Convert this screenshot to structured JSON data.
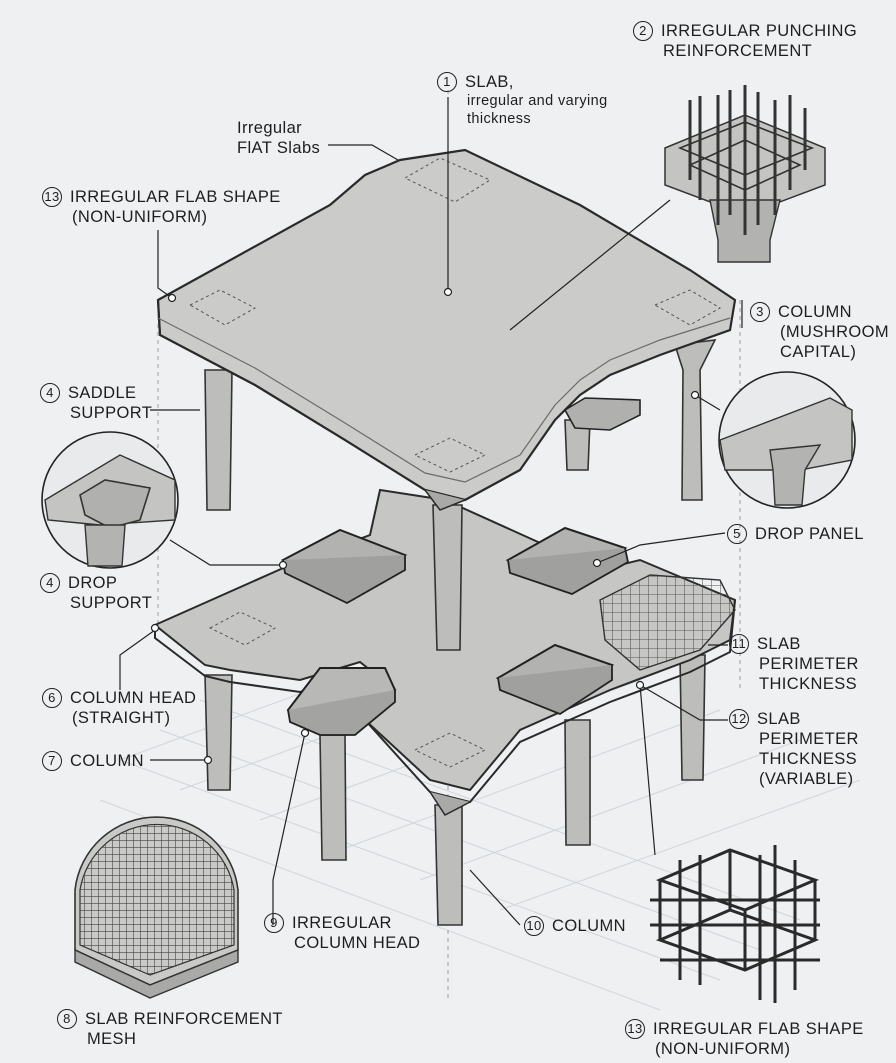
{
  "header_note": {
    "line1": "Irregular",
    "line2": "FlAT Slabs"
  },
  "callouts": [
    {
      "id": "c1",
      "num": "1",
      "line1": "SLAB,",
      "line2": "irregular and varying",
      "line3": "thickness"
    },
    {
      "id": "c2",
      "num": "2",
      "line1": "IRREGULAR PUNCHING",
      "line2": "REINFORCEMENT"
    },
    {
      "id": "c3",
      "num": "3",
      "line1": "COLUMN",
      "line2": "(MUSHROOM",
      "line3": "CAPITAL)"
    },
    {
      "id": "c4a",
      "num": "4",
      "line1": "SADDLE",
      "line2": "SUPPORT"
    },
    {
      "id": "c4b",
      "num": "4",
      "line1": "DROP",
      "line2": "SUPPORT"
    },
    {
      "id": "c5",
      "num": "5",
      "line1": "DROP PANEL"
    },
    {
      "id": "c6",
      "num": "6",
      "line1": "COLUMN HEAD",
      "line2": "(STRAIGHT)"
    },
    {
      "id": "c7",
      "num": "7",
      "line1": "COLUMN"
    },
    {
      "id": "c8",
      "num": "8",
      "line1": "SLAB REINFORCEMENT",
      "line2": "MESH"
    },
    {
      "id": "c9",
      "num": "9",
      "line1": "IRREGULAR",
      "line2": "COLUMN HEAD"
    },
    {
      "id": "c10",
      "num": "10",
      "line1": "COLUMN"
    },
    {
      "id": "c11",
      "num": "11",
      "line1": "SLAB",
      "line2": "PERIMETER",
      "line3": "THICKNESS"
    },
    {
      "id": "c12",
      "num": "12",
      "line1": "SLAB",
      "line2": "PERIMETER",
      "line3": "THICKNESS",
      "line4": "(VARIABLE)"
    },
    {
      "id": "c13a",
      "num": "13",
      "line1": "IRREGULAR FLAB SHAPE",
      "line2": "(NON-UNIFORM)"
    },
    {
      "id": "c13b",
      "num": "13",
      "line1": "IRREGULAR FLAB SHAPE",
      "line2": "(NON-UNIFORM)"
    }
  ],
  "colors": {
    "background": "#eef0f2",
    "concrete": "#c9cac8",
    "concrete_dark": "#9fa09e",
    "ink": "#222222",
    "grid": "#c5ccd4"
  }
}
